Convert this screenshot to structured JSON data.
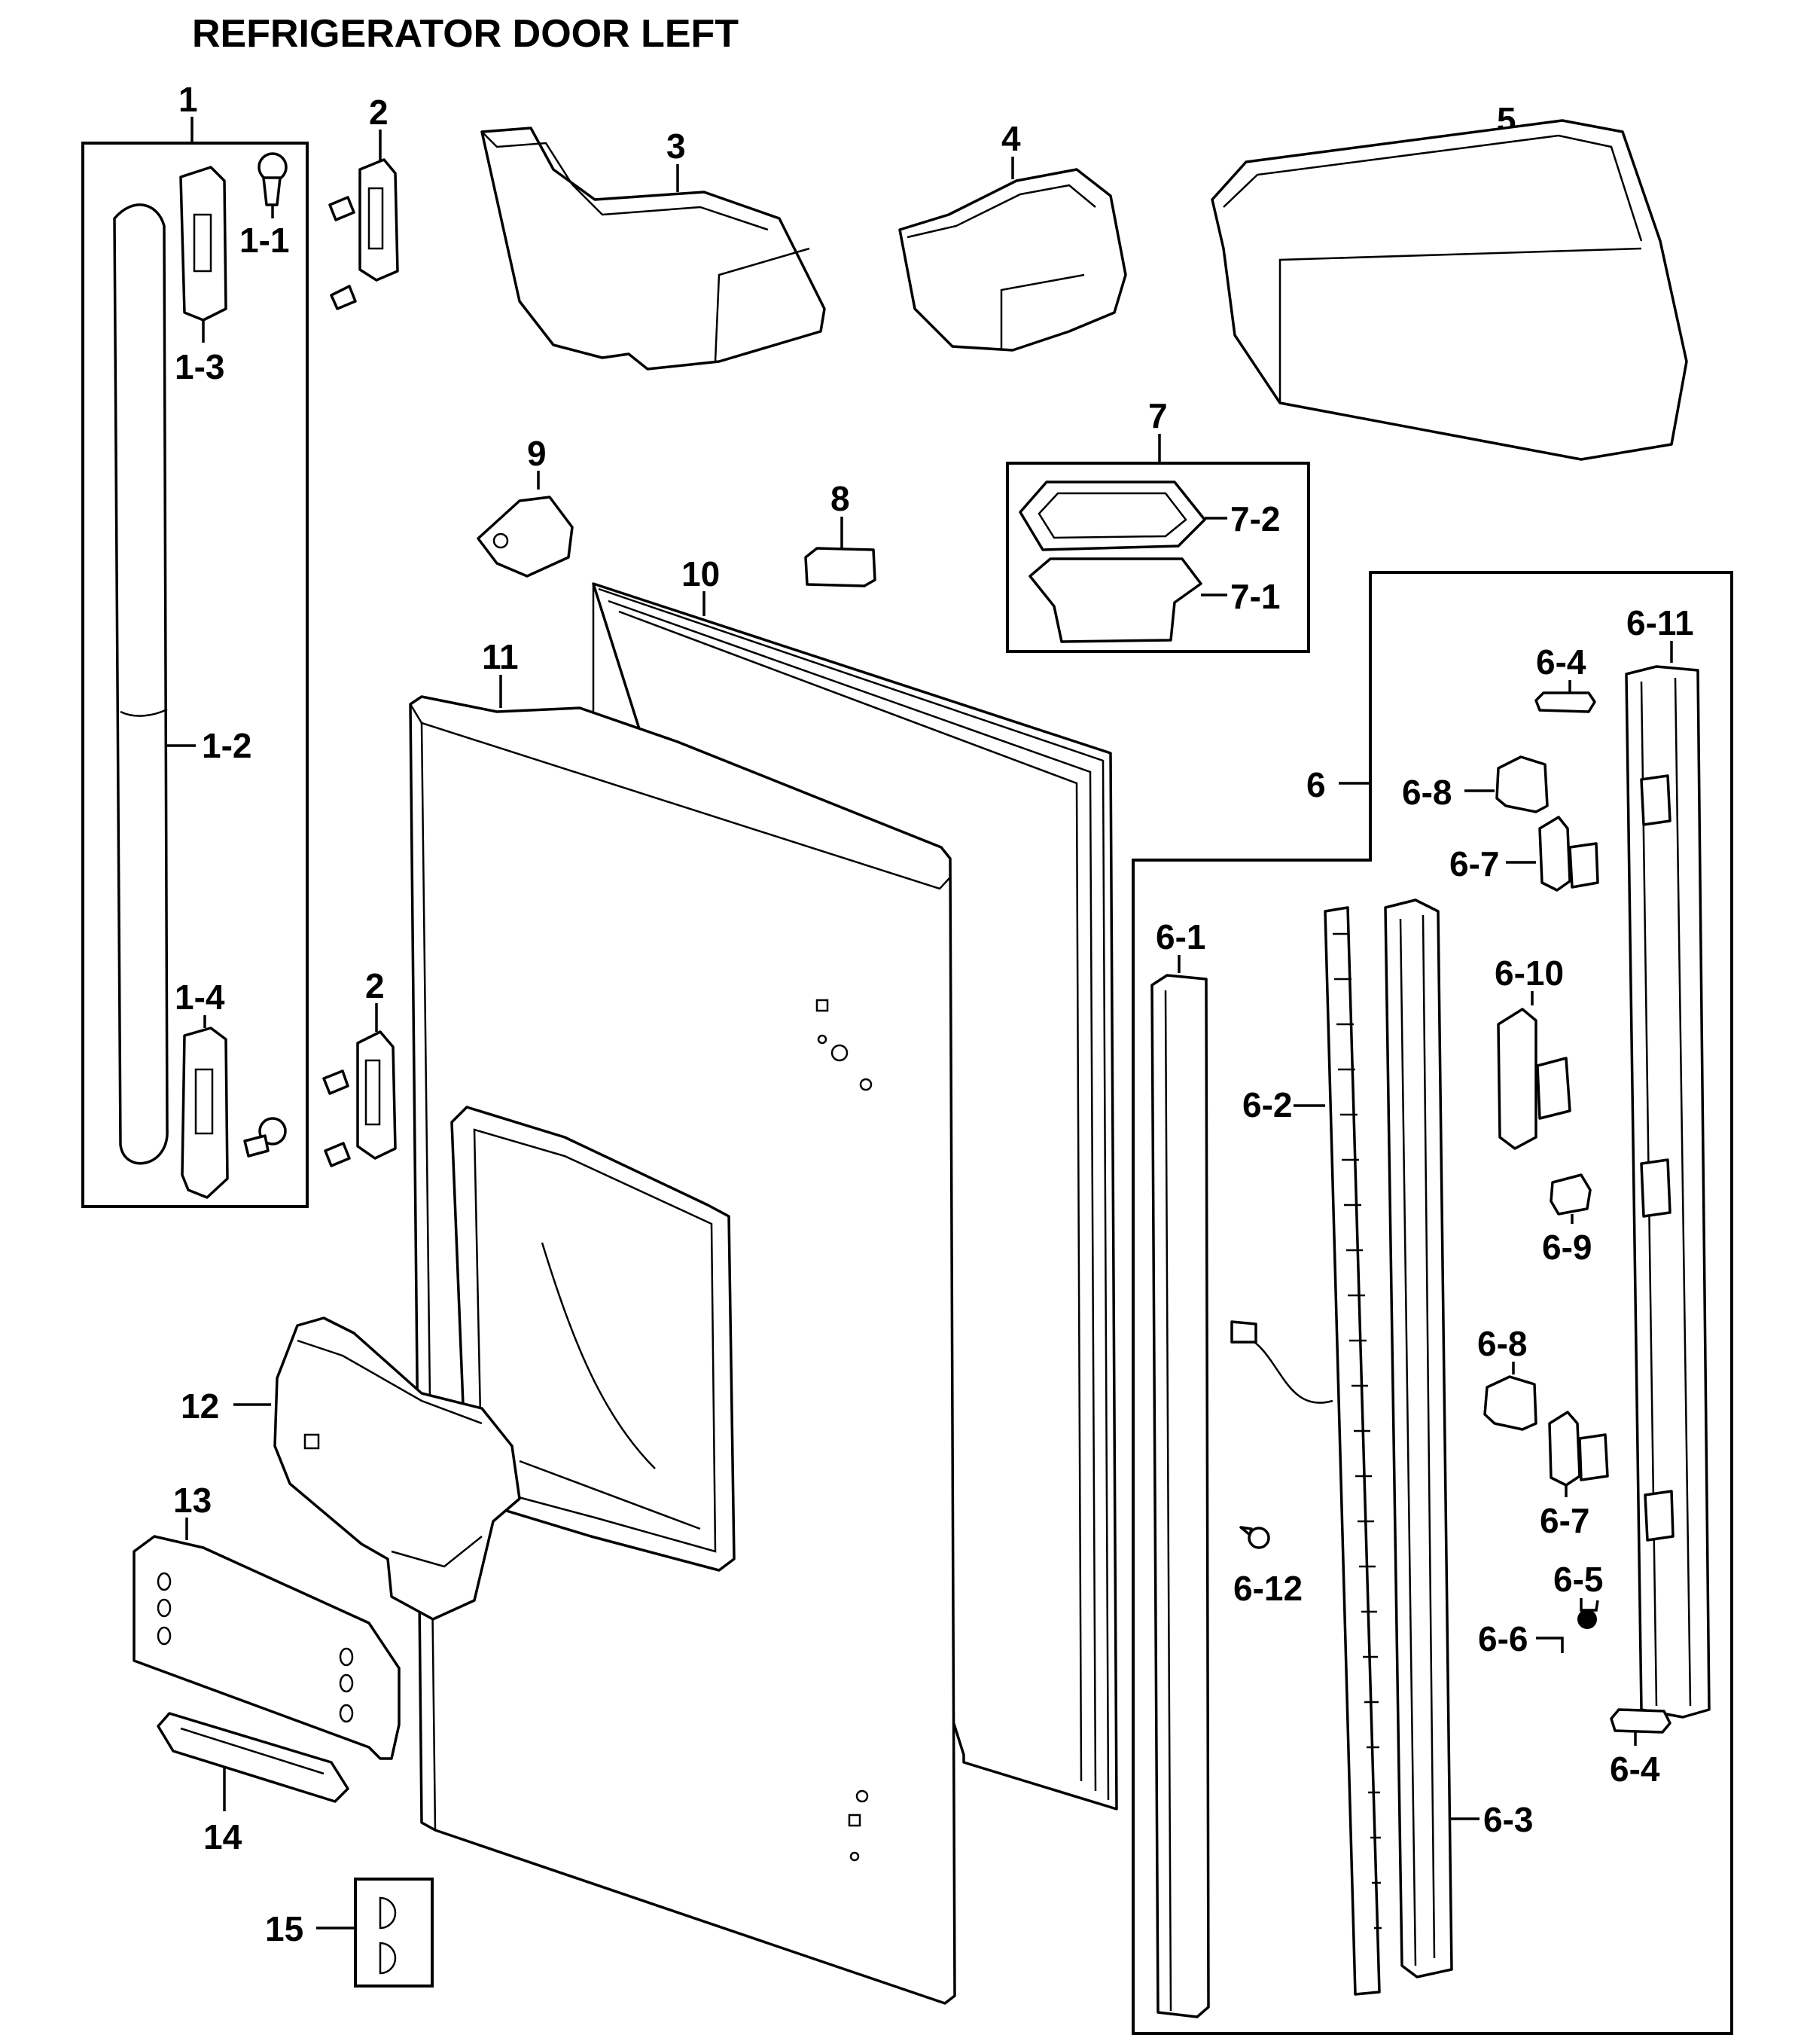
{
  "title": "REFRIGERATOR DOOR LEFT",
  "callouts": {
    "c1": "1",
    "c1_1": "1-1",
    "c1_2": "1-2",
    "c1_3": "1-3",
    "c1_4": "1-4",
    "c2_top": "2",
    "c2_bottom": "2",
    "c3": "3",
    "c4": "4",
    "c5": "5",
    "c6": "6",
    "c6_1": "6-1",
    "c6_2": "6-2",
    "c6_3": "6-3",
    "c6_4_top": "6-4",
    "c6_4_bottom": "6-4",
    "c6_5": "6-5",
    "c6_6": "6-6",
    "c6_7_top": "6-7",
    "c6_7_bottom": "6-7",
    "c6_8_top": "6-8",
    "c6_8_bottom": "6-8",
    "c6_9": "6-9",
    "c6_10": "6-10",
    "c6_11": "6-11",
    "c6_12": "6-12",
    "c7": "7",
    "c7_1": "7-1",
    "c7_2": "7-2",
    "c8": "8",
    "c9": "9",
    "c10": "10",
    "c11": "11",
    "c12": "12",
    "c13": "13",
    "c14": "14",
    "c15": "15"
  }
}
